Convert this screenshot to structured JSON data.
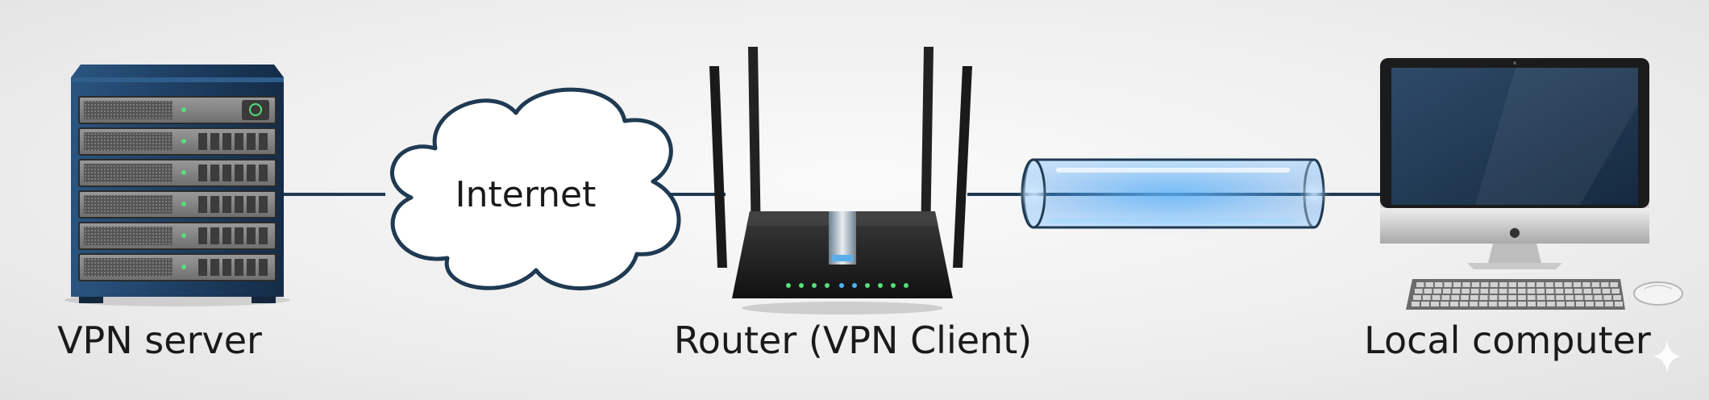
{
  "nodes": {
    "vpn_server": {
      "label": "VPN server",
      "icon": "server-rack-icon"
    },
    "internet": {
      "label": "Internet",
      "icon": "cloud-icon"
    },
    "router": {
      "label": "Router (VPN Client)",
      "icon": "router-icon"
    },
    "local_computer": {
      "label": "Local computer",
      "icon": "desktop-computer-icon"
    }
  },
  "links": {
    "server_to_cloud": {
      "style": "plain"
    },
    "cloud_to_router": {
      "style": "plain"
    },
    "router_to_computer": {
      "style": "vpn-tunnel"
    }
  },
  "colors": {
    "line": "#1f3a52",
    "server_body": "#1e3f63",
    "tunnel_glow": "#59b4ff",
    "led_green": "#56e07a",
    "led_blue": "#4db2ff"
  }
}
